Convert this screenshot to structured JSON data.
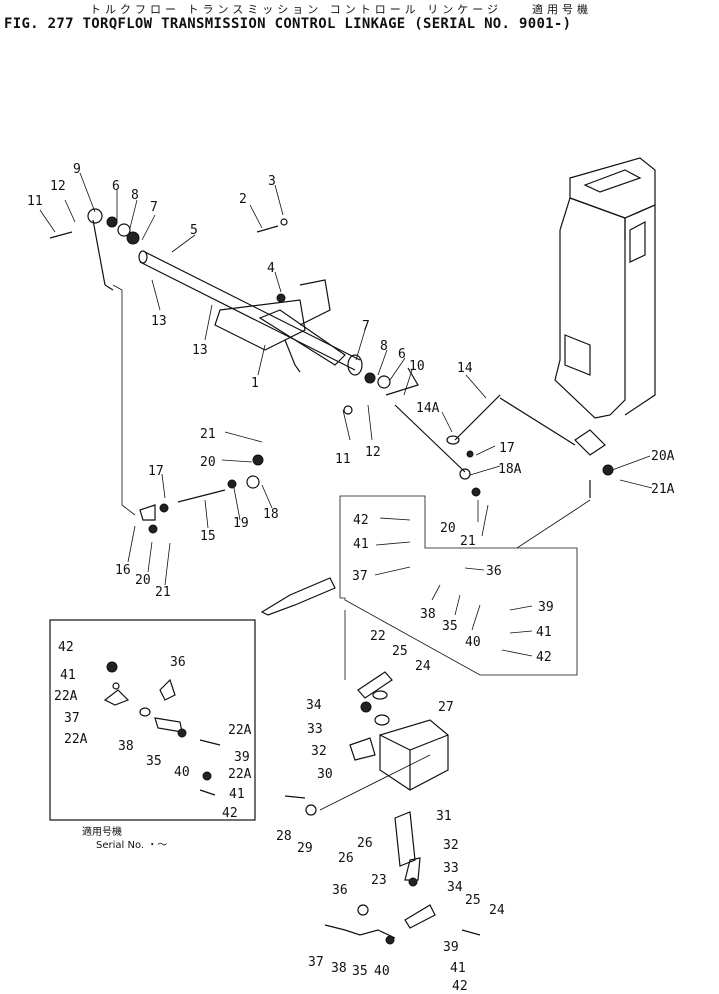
{
  "header": {
    "japanese_title": "トルクフロー トランスミッション コントロール リンケージ　　適用号機",
    "figure_title": "FIG. 277  TORQFLOW TRANSMISSION CONTROL LINKAGE (SERIAL NO. 9001-)"
  },
  "serial_note": {
    "jp": "適用号機",
    "en": "Serial No. ・～"
  },
  "labels": [
    "9",
    "11",
    "12",
    "6",
    "8",
    "7",
    "5",
    "3",
    "2",
    "4",
    "13",
    "13",
    "1",
    "7",
    "8",
    "6",
    "10",
    "14",
    "14A",
    "11",
    "12",
    "17",
    "18A",
    "20A",
    "21A",
    "21",
    "20",
    "17",
    "18",
    "19",
    "15",
    "16",
    "20",
    "21",
    "20",
    "21",
    "42",
    "41",
    "37",
    "36",
    "38",
    "35",
    "40",
    "39",
    "41",
    "42",
    "42",
    "41",
    "22A",
    "37",
    "22A",
    "36",
    "38",
    "35",
    "40",
    "22A",
    "39",
    "22A",
    "41",
    "42",
    "22",
    "25",
    "24",
    "34",
    "27",
    "33",
    "32",
    "30",
    "31",
    "26",
    "28",
    "29",
    "26",
    "32",
    "33",
    "34",
    "23",
    "25",
    "24",
    "36",
    "37",
    "38",
    "35",
    "40",
    "39",
    "41",
    "42"
  ]
}
